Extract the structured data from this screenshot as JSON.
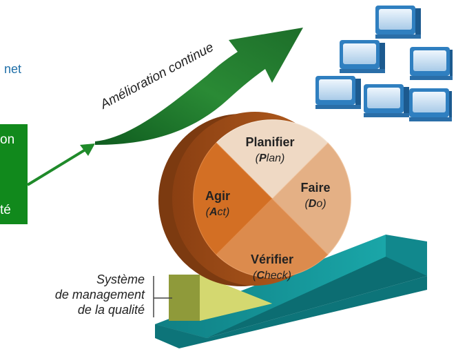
{
  "left_partial_text": "net",
  "green_box_fragments": [
    "on",
    "té"
  ],
  "arrow_label": "Amélioration continue",
  "pdca": {
    "plan": {
      "title": "Planifier",
      "letter": "P",
      "rest": "lan"
    },
    "do": {
      "title": "Faire",
      "letter": "D",
      "rest": "o"
    },
    "check": {
      "title": "Vérifier",
      "letter": "C",
      "rest": "heck"
    },
    "act": {
      "title": "Agir",
      "letter": "A",
      "rest": "ct"
    }
  },
  "qms_label": [
    "Système",
    "de management",
    "de la qualité"
  ],
  "colors": {
    "arrow_green": "#1f7a2e",
    "box_green": "#11891c",
    "wheel_rim": "#a4531c",
    "plan": "#efd9c4",
    "do": "#e4b085",
    "check": "#dc8b4d",
    "act": "#d36f24",
    "ramp_teal": "#13969b",
    "wedge_olive": "#c8cc60",
    "blocks_blue": "#2f7fc0"
  },
  "icons": [
    "stacked-computers-icon"
  ]
}
